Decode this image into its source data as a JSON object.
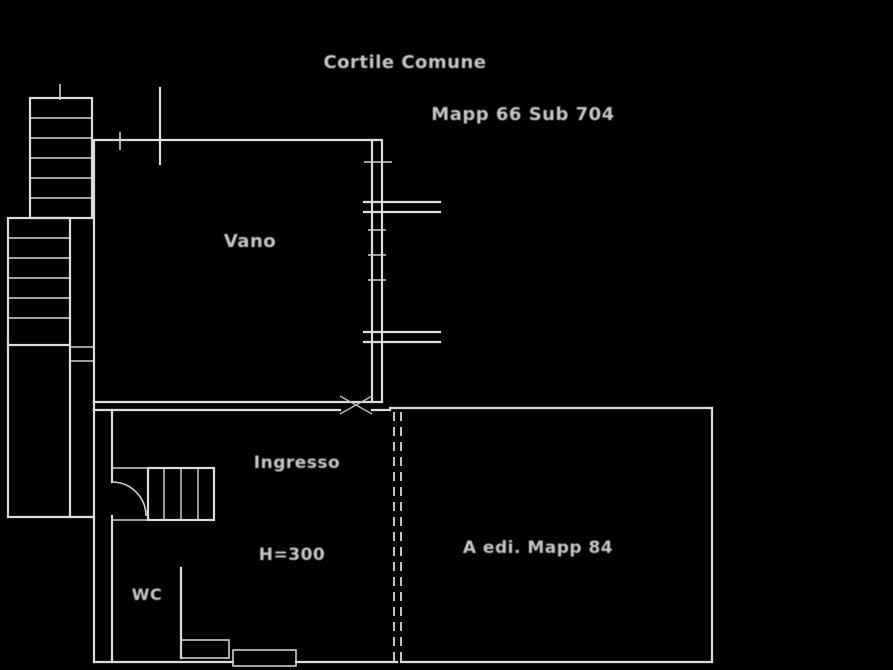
{
  "meta": {
    "background_color": "#000000",
    "line_color": "#dcdcdc",
    "text_color": "#c6c6c6"
  },
  "plan": {
    "title": "Cortile Comune",
    "parcel_label": "Mapp 66 Sub 704",
    "rooms": {
      "main_room": "Vano",
      "entrance": "Ingresso",
      "height_note": "H=300",
      "adjacent_parcel": "A edi. Mapp 84",
      "wc": "WC"
    }
  }
}
